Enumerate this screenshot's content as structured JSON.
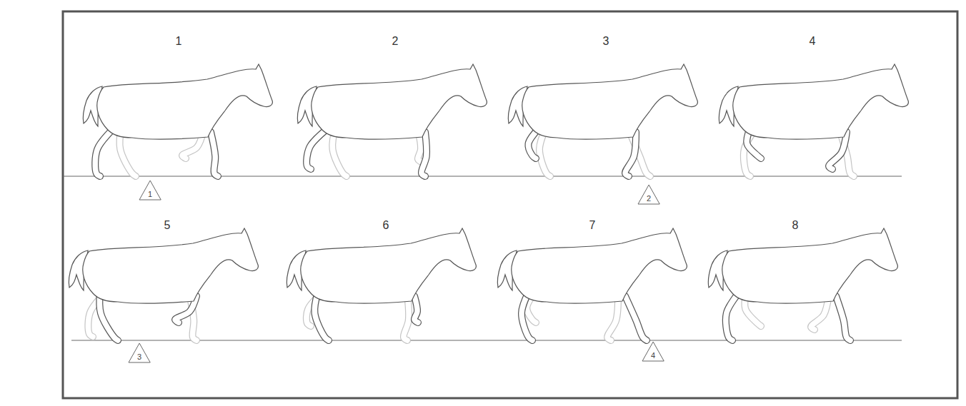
{
  "diagram": {
    "nodes": [
      {
        "text": [
          "1"
        ]
      },
      {
        "text": [
          "2"
        ]
      },
      {
        "text": [
          "3"
        ]
      },
      {
        "text": [
          "4"
        ]
      }
    ],
    "labels": [
      "1",
      "2",
      "3",
      "4",
      "5",
      "6",
      "7",
      "8"
    ]
  }
}
